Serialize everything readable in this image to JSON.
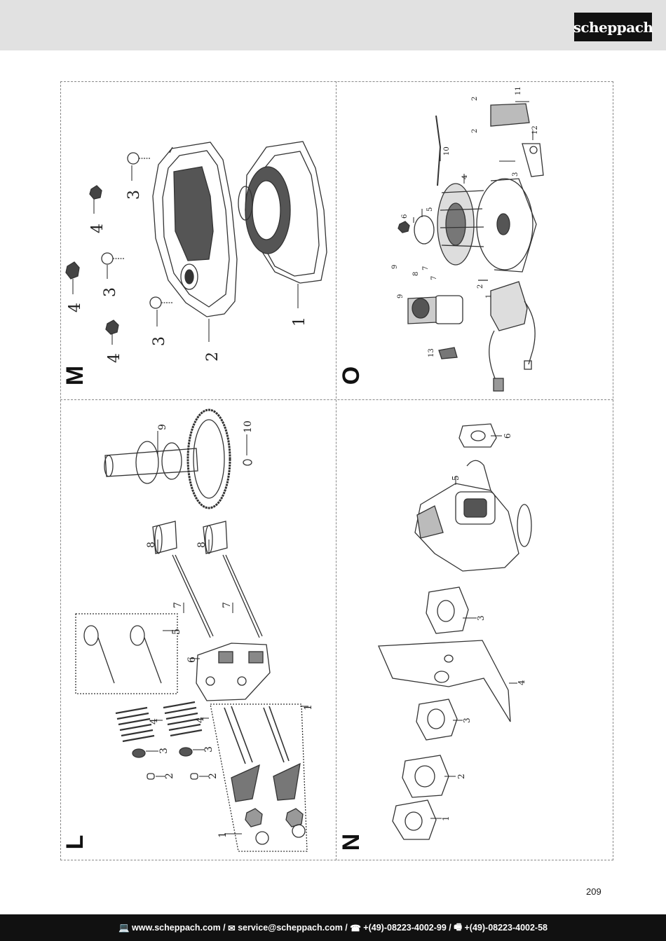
{
  "header": {
    "brand": "scheppach"
  },
  "sections": {
    "L": {
      "letter": "L",
      "callouts": [
        "1",
        "1",
        "2",
        "2",
        "3",
        "3",
        "4",
        "4",
        "5",
        "6",
        "7",
        "7",
        "8",
        "8",
        "9",
        "10"
      ]
    },
    "M": {
      "letter": "M",
      "callouts": [
        "1",
        "2",
        "3",
        "3",
        "3",
        "4",
        "4",
        "4"
      ]
    },
    "N": {
      "letter": "N",
      "callouts": [
        "1",
        "2",
        "3",
        "3",
        "4",
        "5",
        "6"
      ]
    },
    "O": {
      "letter": "O",
      "callouts": [
        "1",
        "2",
        "2",
        "2",
        "3",
        "4",
        "5",
        "6",
        "7",
        "7",
        "8",
        "9",
        "9",
        "10",
        "11",
        "12",
        "13"
      ]
    }
  },
  "page_number": "209",
  "footer": {
    "web_icon": "laptop-icon",
    "web": "www.scheppach.com",
    "sep1": " / ",
    "mail_icon": "mail-icon",
    "email": "service@scheppach.com",
    "sep2": " / ",
    "phone_icon": "phone-icon",
    "phone": "+(49)-08223-4002-99",
    "sep3": " / ",
    "fax_icon": "fax-icon",
    "fax": "+(49)-08223-4002-58"
  }
}
